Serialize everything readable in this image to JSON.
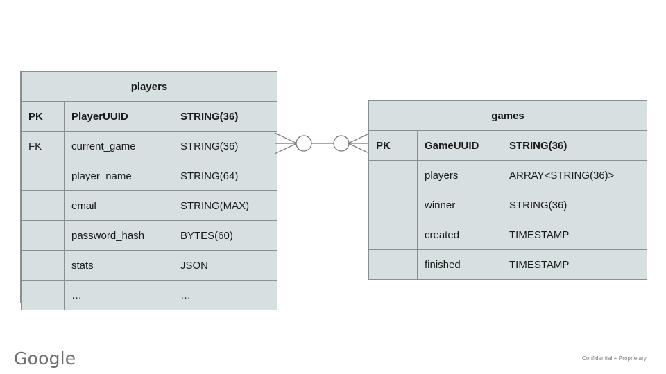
{
  "diagram": {
    "type": "entity-relationship",
    "relationship": {
      "notation": "crow-foot",
      "left_cardinality": "zero-or-many",
      "right_cardinality": "zero-or-many",
      "from_table": "players",
      "from_field": "current_game",
      "to_table": "games",
      "to_field": "GameUUID"
    },
    "colors": {
      "cell_fill": "#d6e0e0",
      "border": "#8a8f8f",
      "text": "#1a1a1a",
      "footer_text": "#7b7b7b",
      "logo": "#6e6e6e"
    }
  },
  "tables": [
    {
      "name": "players",
      "title": "players",
      "rows": [
        {
          "key": "PK",
          "field": "PlayerUUID",
          "type": "STRING(36)",
          "bold": true
        },
        {
          "key": "FK",
          "field": "current_game",
          "type": "STRING(36)",
          "bold": false
        },
        {
          "key": "",
          "field": "player_name",
          "type": "STRING(64)",
          "bold": false
        },
        {
          "key": "",
          "field": "email",
          "type": "STRING(MAX)",
          "bold": false
        },
        {
          "key": "",
          "field": "password_hash",
          "type": "BYTES(60)",
          "bold": false
        },
        {
          "key": "",
          "field": "stats",
          "type": "JSON",
          "bold": false
        },
        {
          "key": "",
          "field": "…",
          "type": "…",
          "bold": false
        }
      ]
    },
    {
      "name": "games",
      "title": "games",
      "rows": [
        {
          "key": "PK",
          "field": "GameUUID",
          "type": "STRING(36)",
          "bold": true
        },
        {
          "key": "",
          "field": "players",
          "type": "ARRAY<STRING(36)>",
          "bold": false
        },
        {
          "key": "",
          "field": "winner",
          "type": "STRING(36)",
          "bold": false
        },
        {
          "key": "",
          "field": "created",
          "type": "TIMESTAMP",
          "bold": false
        },
        {
          "key": "",
          "field": "finished",
          "type": "TIMESTAMP",
          "bold": false
        }
      ]
    }
  ],
  "footer": {
    "logo_text": "Google",
    "confidential_text": "Confidential + Proprietary"
  }
}
